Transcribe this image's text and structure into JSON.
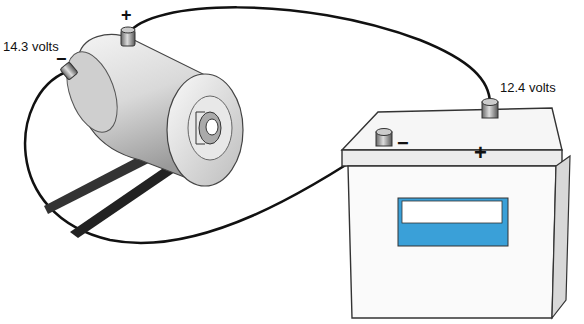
{
  "diagram": {
    "labels": [
      "+",
      "14.3 volts",
      "−",
      "12.4 volts",
      "−",
      "+"
    ]
  }
}
